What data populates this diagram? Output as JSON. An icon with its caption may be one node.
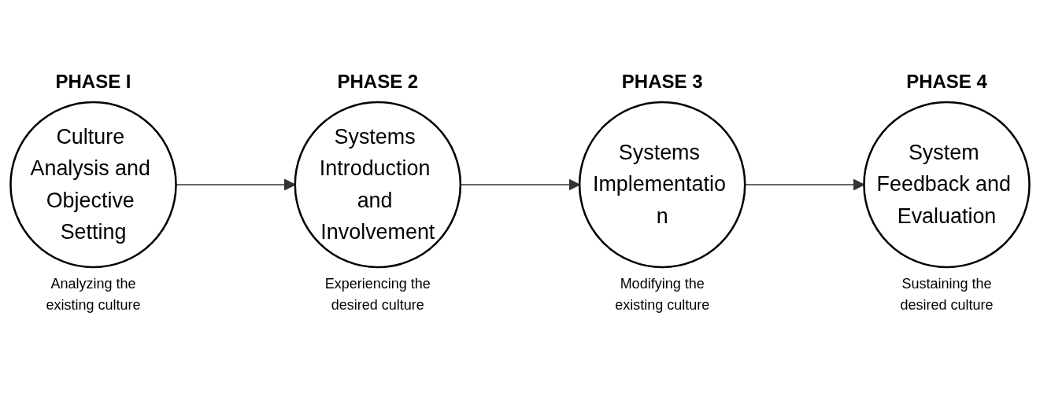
{
  "diagram": {
    "nodes": [
      {
        "text": [
          "Culture Analysis and Objective Setting"
        ],
        "beside": [
          "PHASE I",
          "Analyzing the existing culture"
        ]
      },
      {
        "text": [
          "Systems Introduction and Involvement"
        ],
        "beside": [
          "PHASE 2",
          "Experiencing the desired culture"
        ]
      },
      {
        "text": [
          "Systems Implementatio n"
        ],
        "beside": [
          "PHASE 3",
          "Modifying the existing culture"
        ]
      },
      {
        "text": [
          "System Feedback and Evaluation"
        ],
        "beside": [
          "PHASE 4",
          "Sustaining the desired culture"
        ]
      }
    ],
    "edges": [
      {
        "from": 0,
        "to": 1,
        "arrow": "to"
      },
      {
        "from": 1,
        "to": 2,
        "arrow": "to"
      },
      {
        "from": 2,
        "to": 3,
        "arrow": "to"
      }
    ]
  }
}
